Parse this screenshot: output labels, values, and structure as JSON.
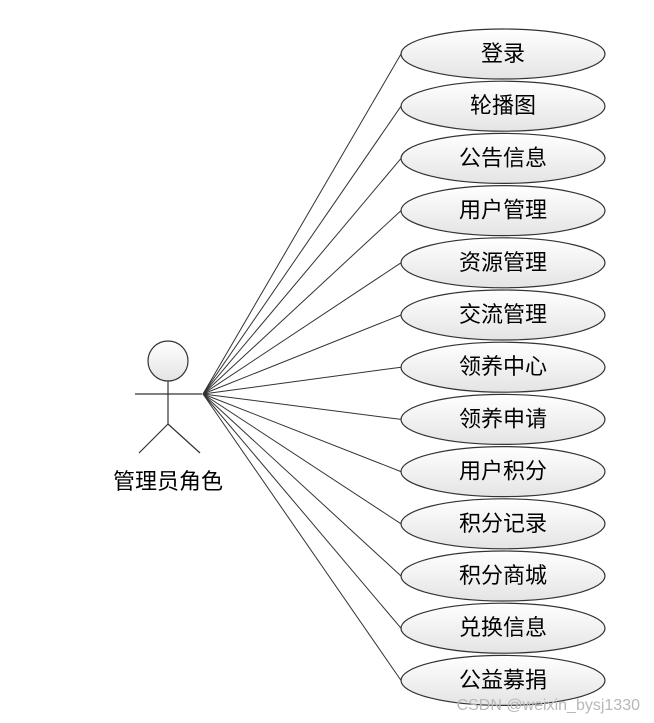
{
  "actor": {
    "label": "管理员角色"
  },
  "use_cases": [
    {
      "id": "login",
      "label": "登录"
    },
    {
      "id": "carousel",
      "label": "轮播图"
    },
    {
      "id": "announcement",
      "label": "公告信息"
    },
    {
      "id": "user-management",
      "label": "用户管理"
    },
    {
      "id": "resource-management",
      "label": "资源管理"
    },
    {
      "id": "exchange-management",
      "label": "交流管理"
    },
    {
      "id": "adoption-center",
      "label": "领养中心"
    },
    {
      "id": "adoption-application",
      "label": "领养申请"
    },
    {
      "id": "user-points",
      "label": "用户积分"
    },
    {
      "id": "points-record",
      "label": "积分记录"
    },
    {
      "id": "points-mall",
      "label": "积分商城"
    },
    {
      "id": "redemption-info",
      "label": "兑换信息"
    },
    {
      "id": "charity-donation",
      "label": "公益募捐"
    }
  ],
  "watermark": "CSDN @weixin_bysj1330",
  "colors": {
    "ellipse_fill_top": "#ffffff",
    "ellipse_fill_bottom": "#e4e4e4",
    "stroke": "#333333"
  }
}
